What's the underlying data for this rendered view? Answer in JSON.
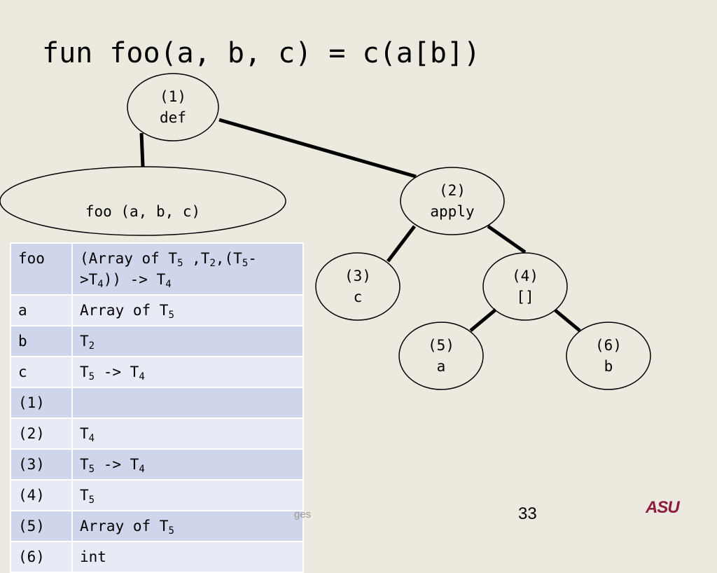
{
  "title": "fun foo(a, b, c) = c(a[b])",
  "tree": {
    "nodes": {
      "n1": {
        "id": "(1)",
        "label": "def"
      },
      "root": {
        "label": "foo (a, b, c)"
      },
      "n2": {
        "id": "(2)",
        "label": "apply"
      },
      "n3": {
        "id": "(3)",
        "label": "c"
      },
      "n4": {
        "id": "(4)",
        "label": "[]"
      },
      "n5": {
        "id": "(5)",
        "label": "a"
      },
      "n6": {
        "id": "(6)",
        "label": "b"
      }
    }
  },
  "type_table": {
    "rows": [
      {
        "key": "foo",
        "parts": [
          "(Array of T",
          "5",
          " ,T",
          "2",
          ",(T",
          "5",
          "->T",
          "4",
          ")) -> T",
          "4"
        ]
      },
      {
        "key": "a",
        "parts": [
          "Array of T",
          "5"
        ]
      },
      {
        "key": "b",
        "parts": [
          "T",
          "2"
        ]
      },
      {
        "key": "c",
        "parts": [
          "T",
          "5",
          " -> T",
          "4"
        ]
      },
      {
        "key": "(1)",
        "parts": [
          ""
        ]
      },
      {
        "key": "(2)",
        "parts": [
          "T",
          "4"
        ]
      },
      {
        "key": "(3)",
        "parts": [
          "T",
          "5",
          " -> T",
          "4"
        ]
      },
      {
        "key": "(4)",
        "parts": [
          "T",
          "5"
        ]
      },
      {
        "key": "(5)",
        "parts": [
          "Array of T",
          "5"
        ]
      },
      {
        "key": "(6)",
        "parts": [
          "int"
        ]
      }
    ]
  },
  "footer": {
    "text": "ges",
    "page_number": "33",
    "logo": "ASU"
  }
}
